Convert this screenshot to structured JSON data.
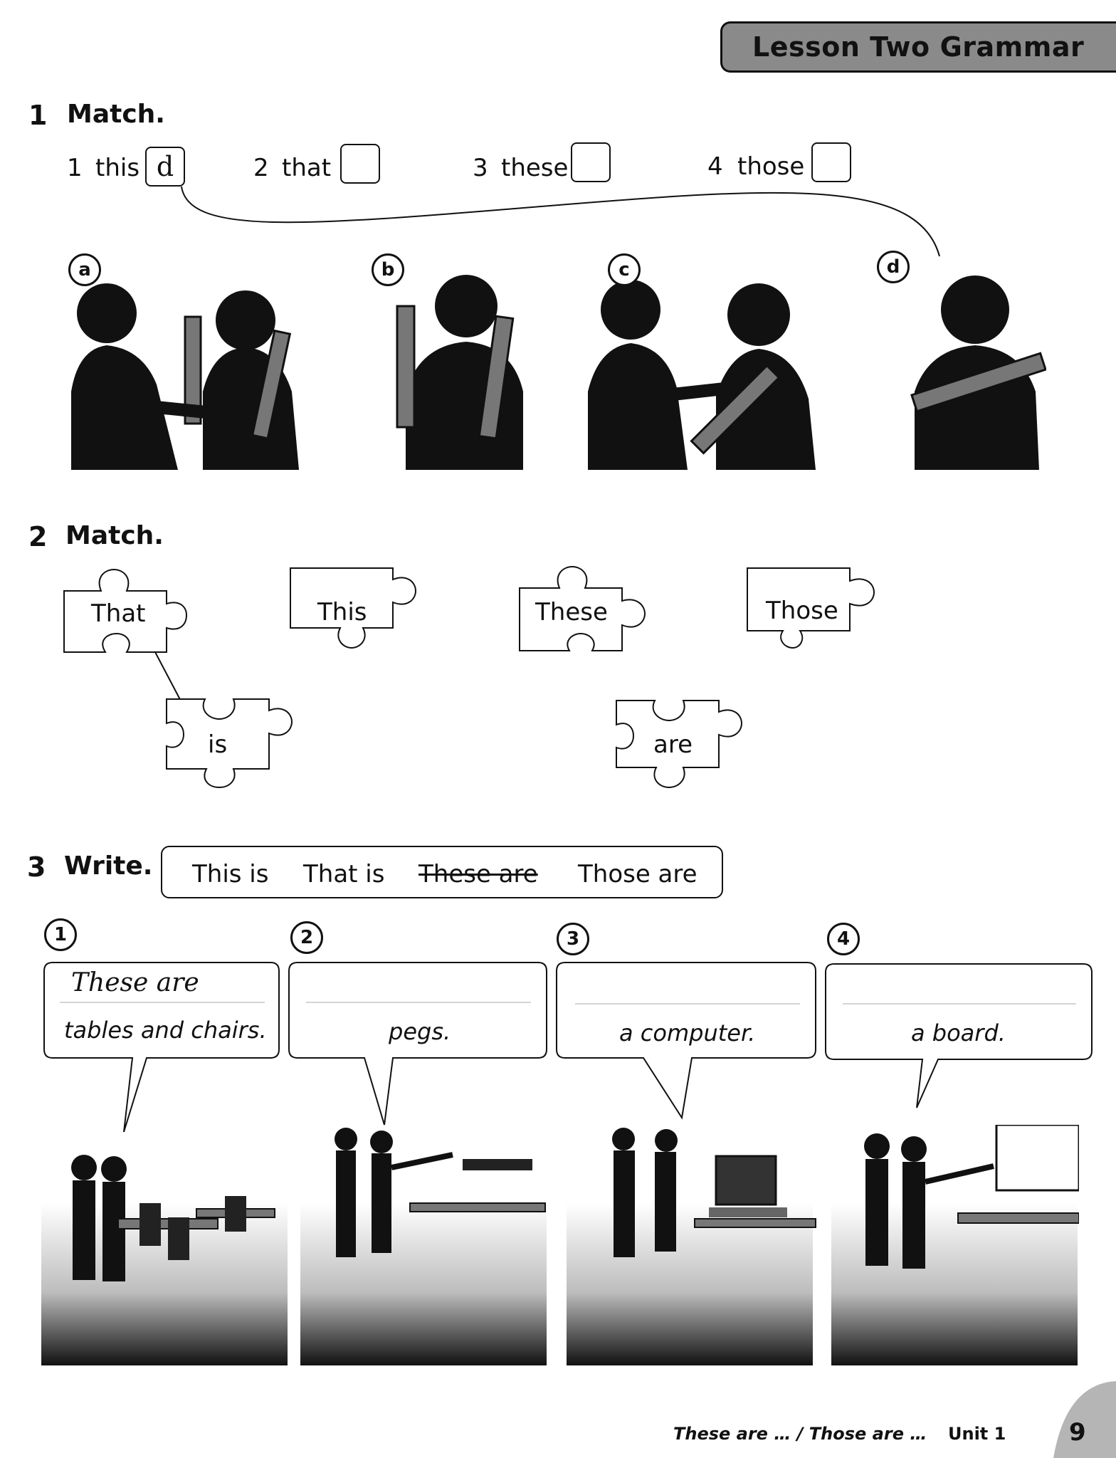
{
  "header": {
    "lesson": "Lesson Two",
    "section": "Grammar"
  },
  "ex1": {
    "number": "1",
    "title": "Match.",
    "items": [
      {
        "num": "1",
        "word": "this",
        "answer": "d"
      },
      {
        "num": "2",
        "word": "that",
        "answer": ""
      },
      {
        "num": "3",
        "word": "these",
        "answer": ""
      },
      {
        "num": "4",
        "word": "those",
        "answer": ""
      }
    ],
    "pictures": [
      "a",
      "b",
      "c",
      "d"
    ]
  },
  "ex2": {
    "number": "2",
    "title": "Match.",
    "top_pieces": [
      "That",
      "This",
      "These",
      "Those"
    ],
    "bottom_pieces": [
      "is",
      "are"
    ]
  },
  "ex3": {
    "number": "3",
    "title": "Write.",
    "word_box": [
      "This is",
      "That is",
      "These are",
      "Those are"
    ],
    "bubbles": [
      {
        "num": "1",
        "answer": "These are",
        "text": "tables and chairs."
      },
      {
        "num": "2",
        "answer": "",
        "text": "pegs."
      },
      {
        "num": "3",
        "answer": "",
        "text": "a computer."
      },
      {
        "num": "4",
        "answer": "",
        "text": "a board."
      }
    ]
  },
  "footer": {
    "text": "These are … / Those are …",
    "unit": "Unit 1",
    "page": "9"
  }
}
